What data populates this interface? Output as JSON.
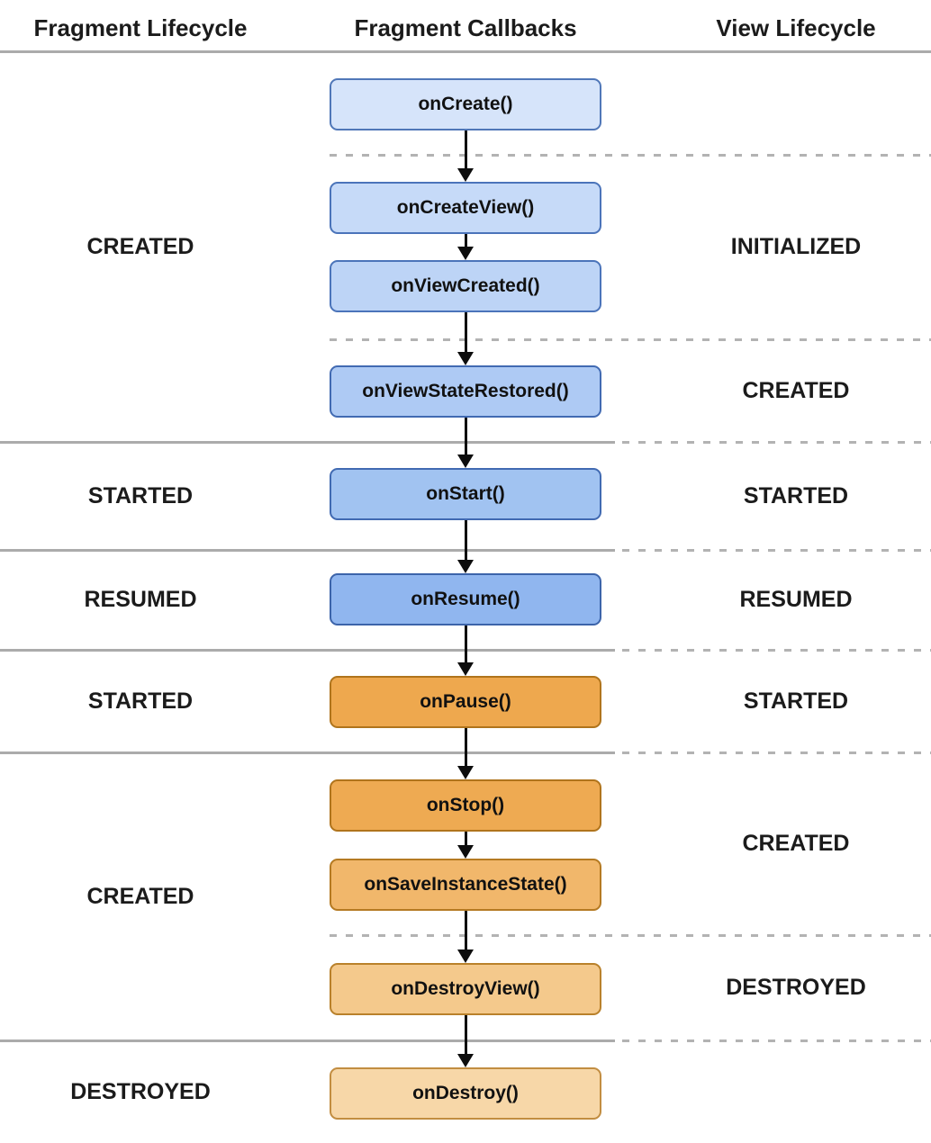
{
  "headers": {
    "fragment_lifecycle": "Fragment Lifecycle",
    "fragment_callbacks": "Fragment Callbacks",
    "view_lifecycle": "View Lifecycle"
  },
  "fragment_states": [
    "CREATED",
    "STARTED",
    "RESUMED",
    "STARTED",
    "CREATED",
    "DESTROYED"
  ],
  "view_states": [
    "INITIALIZED",
    "CREATED",
    "STARTED",
    "RESUMED",
    "STARTED",
    "CREATED",
    "DESTROYED"
  ],
  "callbacks": [
    {
      "label": "onCreate()",
      "fill": "#d6e4fa",
      "border": "#5077b8"
    },
    {
      "label": "onCreateView()",
      "fill": "#c6daf8",
      "border": "#4b74ba"
    },
    {
      "label": "onViewCreated()",
      "fill": "#bdd4f6",
      "border": "#4b74ba"
    },
    {
      "label": "onViewStateRestored()",
      "fill": "#aecaf4",
      "border": "#416ab2"
    },
    {
      "label": "onStart()",
      "fill": "#a1c3f1",
      "border": "#416ab2"
    },
    {
      "label": "onResume()",
      "fill": "#90b6ef",
      "border": "#3c64aa"
    },
    {
      "label": "onPause()",
      "fill": "#eea84e",
      "border": "#b0741c"
    },
    {
      "label": "onStop()",
      "fill": "#eeaa52",
      "border": "#b0741c"
    },
    {
      "label": "onSaveInstanceState()",
      "fill": "#f1b76b",
      "border": "#b57a22"
    },
    {
      "label": "onDestroyView()",
      "fill": "#f4c98c",
      "border": "#b9812b"
    },
    {
      "label": "onDestroy()",
      "fill": "#f7d7a8",
      "border": "#c28d41"
    }
  ],
  "colors": {
    "separator_solid": "#ababab",
    "separator_dashed": "#b3b3b3",
    "arrow": "#0d0d0d",
    "text": "#1b1b1b"
  }
}
